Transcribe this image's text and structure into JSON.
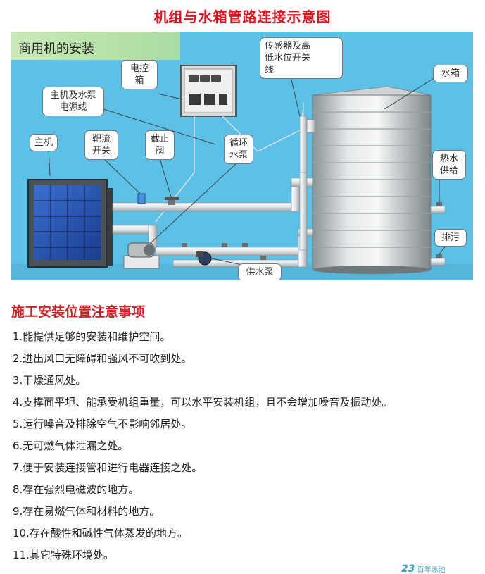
{
  "title": "机组与水箱管路连接示意图",
  "diagram": {
    "header": "商用机的安装",
    "labels": {
      "control_box": "电控\n箱",
      "sensor": "传感器及高\n低水位开关\n线",
      "water_tank": "水箱",
      "power_line": "主机及水泵\n电源线",
      "main_unit": "主机",
      "target_switch": "靶流\n开关",
      "stop_valve": "截止\n阀",
      "circulation_pump": "循环\n水泵",
      "hot_water_supply": "热水\n供给",
      "drain": "排污",
      "supply_pump": "供水泵"
    }
  },
  "notes": {
    "heading": "施工安装位置注意事项",
    "items": [
      "1.能提供足够的安装和维护空间。",
      "2.进出风口无障碍和强风不可吹到处。",
      "3.干燥通风处。",
      "4.支撑面平坦、能承受机组重量，可以水平安装机组，且不会增加噪音及振动处。",
      "5.运行噪音及排除空气不影响邻居处。",
      "6.无可燃气体泄漏之处。",
      "7.便于安装连接管和进行电器连接之处。",
      "8.存在强烈电磁波的地方。",
      "9.存在易燃气体和材料的地方。",
      "10.存在酸性和碱性气体蒸发的地方。",
      "11.其它特殊环境处。"
    ]
  },
  "logo": {
    "mark": "23",
    "text": "百年泳池"
  },
  "colors": {
    "title": "#e0101e",
    "diagram_bg": "#5bc1e6",
    "tab_bg": "#b3e0a5"
  }
}
